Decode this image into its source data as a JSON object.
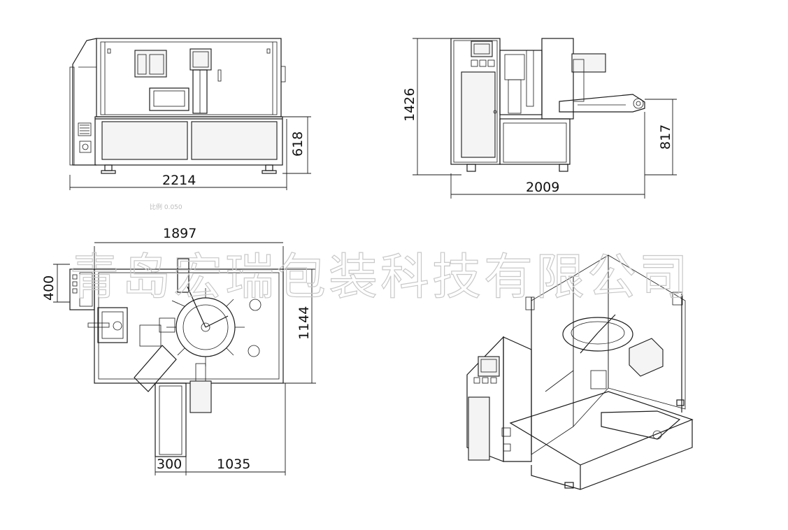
{
  "watermark": "青岛宏瑞包装科技有限公司",
  "scale_note": "比例  0.050",
  "dimensions": {
    "front_width": "2214",
    "front_height": "618",
    "side_total_height": "1426",
    "side_width": "2009",
    "side_conveyor_height": "817",
    "top_width": "1897",
    "top_depth": "1144",
    "top_panel_depth": "400",
    "top_chute_width": "300",
    "top_offset": "1035"
  }
}
